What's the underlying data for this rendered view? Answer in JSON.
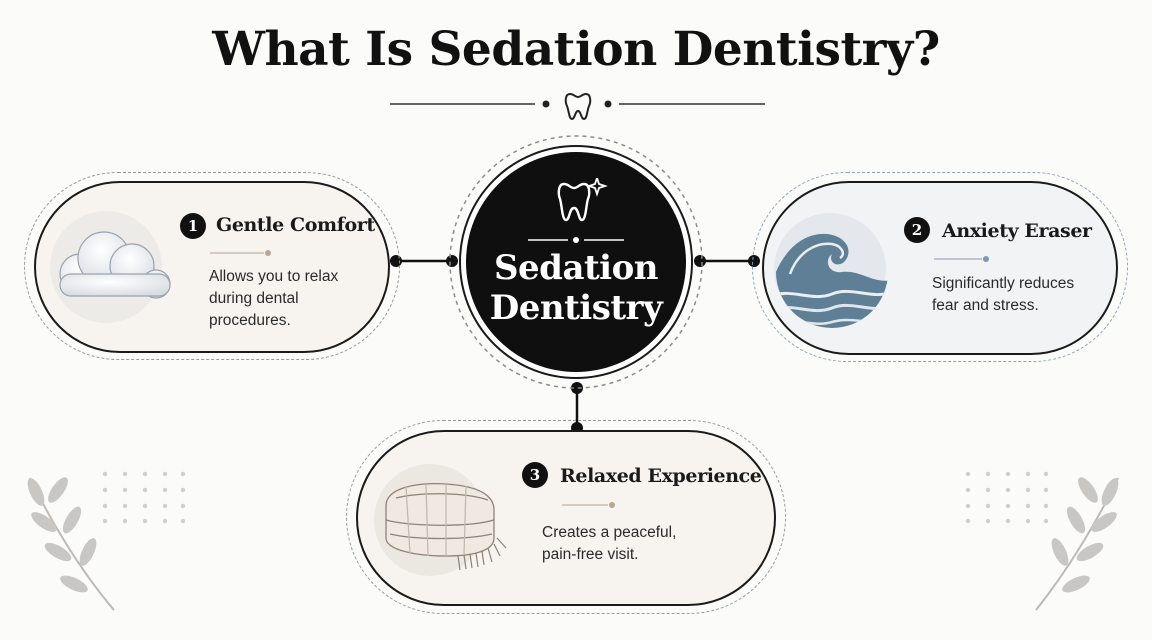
{
  "title": "What Is Sedation Dentistry?",
  "center": {
    "line1": "Sedation",
    "line2": "Dentistry"
  },
  "cards": [
    {
      "number": "1",
      "title": "Gentle Comfort",
      "line1": "Allows you to relax",
      "line2": "during dental",
      "line3": "procedures.",
      "icon": "cloud-icon"
    },
    {
      "number": "2",
      "title": "Anxiety Eraser",
      "line1": "Significantly reduces",
      "line2": "fear and stress.",
      "icon": "wave-icon"
    },
    {
      "number": "3",
      "title": "Relaxed Experience",
      "line1": "Creates a peaceful,",
      "line2": "pain-free visit.",
      "icon": "blanket-icon"
    }
  ],
  "colors": {
    "dark": "#111111",
    "accent_warm": "#b9a590",
    "accent_cool": "#7f98ab",
    "wave": "#5f7f96"
  }
}
